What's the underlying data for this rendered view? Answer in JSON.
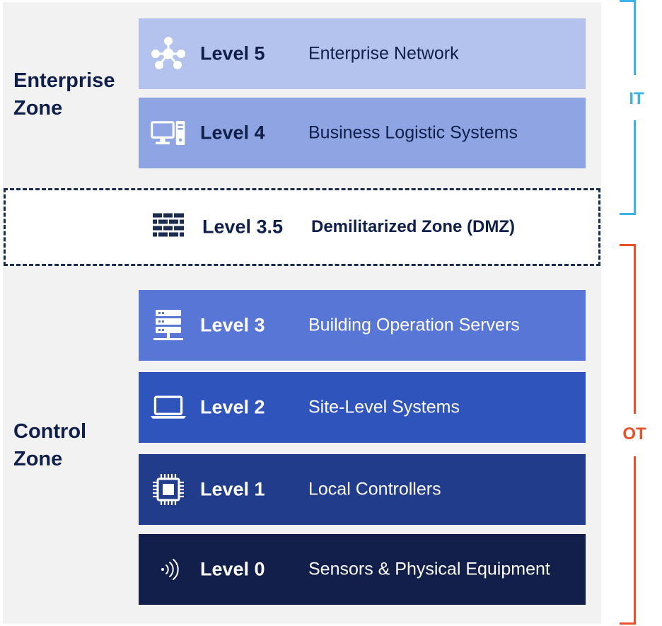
{
  "zones": {
    "enterprise": "Enterprise\nZone",
    "control": "Control\nZone"
  },
  "levels": [
    {
      "level": "Level 5",
      "description": "Enterprise Network",
      "icon": "network-hub-icon",
      "color": "#b4c3ee"
    },
    {
      "level": "Level 4",
      "description": "Business Logistic Systems",
      "icon": "desktop-computer-icon",
      "color": "#8fa5e3"
    },
    {
      "level": "Level 3",
      "description": "Building Operation Servers",
      "icon": "server-icon",
      "color": "#5876d6"
    },
    {
      "level": "Level 2",
      "description": "Site-Level Systems",
      "icon": "laptop-icon",
      "color": "#2f55bd"
    },
    {
      "level": "Level 1",
      "description": "Local Controllers",
      "icon": "microchip-icon",
      "color": "#213c8a"
    },
    {
      "level": "Level 0",
      "description": "Sensors & Physical Equipment",
      "icon": "sensor-signal-icon",
      "color": "#121f4b"
    }
  ],
  "dmz": {
    "level": "Level 3.5",
    "description": "Demilitarized Zone (DMZ)",
    "icon": "firewall-icon"
  },
  "brackets": {
    "it": {
      "label": "IT",
      "color": "#3cb4e8"
    },
    "ot": {
      "label": "OT",
      "color": "#e8502a"
    }
  }
}
